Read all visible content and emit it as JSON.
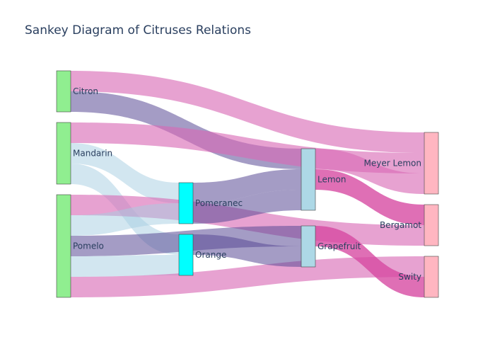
{
  "title": "Sankey Diagram of Citruses Relations",
  "colors": {
    "source_node": "#90ee90",
    "middle_node": "#00ffff",
    "hybrid_node": "#add8e6",
    "target_node": "#ffb6c1",
    "node_border": "#444444",
    "link_pink": "rgba(216,105,180,0.62)",
    "link_purple": "rgba(90,75,150,0.55)",
    "link_lightblue": "rgba(165,205,225,0.5)",
    "link_magenta": "rgba(214,70,160,0.78)"
  },
  "chart_data": {
    "type": "sankey",
    "nodes": [
      {
        "id": "citron",
        "label": "Citron",
        "color": "#90ee90"
      },
      {
        "id": "mandarin",
        "label": "Mandarin",
        "color": "#90ee90"
      },
      {
        "id": "pomelo",
        "label": "Pomelo",
        "color": "#90ee90"
      },
      {
        "id": "pomeranec",
        "label": "Pomeranec",
        "color": "#00ffff"
      },
      {
        "id": "orange",
        "label": "Orange",
        "color": "#00ffff"
      },
      {
        "id": "lemon",
        "label": "Lemon",
        "color": "#add8e6"
      },
      {
        "id": "grapefruit",
        "label": "Grapefruit",
        "color": "#add8e6"
      },
      {
        "id": "meyer_lemon",
        "label": "Meyer Lemon",
        "color": "#ffb6c1"
      },
      {
        "id": "bergamot",
        "label": "Bergamot",
        "color": "#ffb6c1"
      },
      {
        "id": "swity",
        "label": "Swity",
        "color": "#ffb6c1"
      }
    ],
    "links": [
      {
        "source": "citron",
        "target": "meyer_lemon",
        "value": 1,
        "color": "pink"
      },
      {
        "source": "citron",
        "target": "lemon",
        "value": 1,
        "color": "purple"
      },
      {
        "source": "mandarin",
        "target": "meyer_lemon",
        "value": 1,
        "color": "pink"
      },
      {
        "source": "mandarin",
        "target": "pomeranec",
        "value": 1,
        "color": "lightblue"
      },
      {
        "source": "mandarin",
        "target": "orange",
        "value": 1,
        "color": "lightblue"
      },
      {
        "source": "pomelo",
        "target": "bergamot",
        "value": 1,
        "color": "pink"
      },
      {
        "source": "pomelo",
        "target": "pomeranec",
        "value": 1,
        "color": "lightblue"
      },
      {
        "source": "pomelo",
        "target": "grapefruit",
        "value": 1,
        "color": "purple"
      },
      {
        "source": "pomelo",
        "target": "orange",
        "value": 1,
        "color": "lightblue"
      },
      {
        "source": "pomelo",
        "target": "swity",
        "value": 1,
        "color": "pink"
      },
      {
        "source": "pomeranec",
        "target": "lemon",
        "value": 1,
        "color": "purple"
      },
      {
        "source": "pomeranec",
        "target": "lemon",
        "value": 1,
        "color": "purple"
      },
      {
        "source": "orange",
        "target": "grapefruit",
        "value": 1,
        "color": "purple"
      },
      {
        "source": "lemon",
        "target": "meyer_lemon",
        "value": 1,
        "color": "pink"
      },
      {
        "source": "lemon",
        "target": "bergamot",
        "value": 1,
        "color": "magenta"
      },
      {
        "source": "grapefruit",
        "target": "swity",
        "value": 1,
        "color": "magenta"
      }
    ]
  }
}
